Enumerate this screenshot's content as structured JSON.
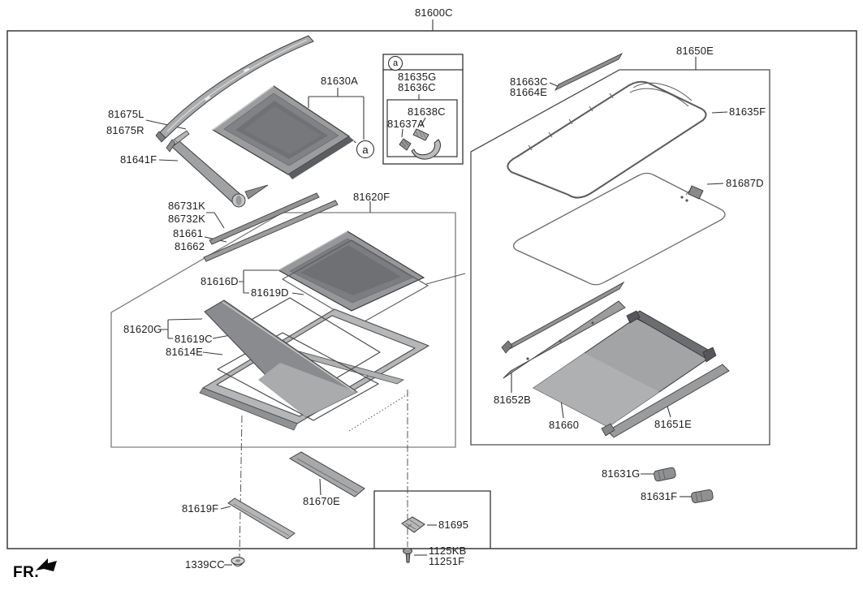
{
  "page": {
    "background": "#ffffff",
    "line_color": "#3a3a3a",
    "part_fill": "#a2a4a6"
  },
  "callout": {
    "letter": "a"
  },
  "fr": {
    "label": "FR."
  },
  "parts": {
    "p81600C": "81600C",
    "p81675L": "81675L",
    "p81675R": "81675R",
    "p81641F": "81641F",
    "p86731K": "86731K",
    "p86732K": "86732K",
    "p81661": "81661",
    "p81662": "81662",
    "p81630A": "81630A",
    "p81635G": "81635G",
    "p81636C": "81636C",
    "p81638C": "81638C",
    "p81637A": "81637A",
    "p81663C": "81663C",
    "p81664E": "81664E",
    "p81650E": "81650E",
    "p81635F": "81635F",
    "p81687D": "81687D",
    "p81620F": "81620F",
    "p81616D": "81616D",
    "p81619D": "81619D",
    "p81620G": "81620G",
    "p81619C": "81619C",
    "p81614E": "81614E",
    "p81652B": "81652B",
    "p81660": "81660",
    "p81651E": "81651E",
    "p81631G": "81631G",
    "p81631F": "81631F",
    "p81670E": "81670E",
    "p81619F": "81619F",
    "p1339CC": "1339CC",
    "p81695": "81695",
    "p1125KB": "1125KB",
    "p11251F": "11251F"
  }
}
